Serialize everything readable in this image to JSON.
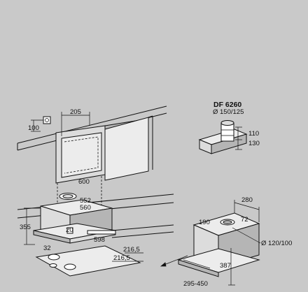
{
  "labels": {
    "model": "DF 6260",
    "duct_diameter": "Ø 150/125",
    "outlet_diameter": "Ø 120/100",
    "range": "295-450"
  },
  "dimensions": {
    "d100": "100",
    "d205": "205",
    "d600": "600",
    "d552": "552",
    "d560": "560",
    "d355": "355",
    "d20": "20",
    "d32": "32",
    "d598": "598",
    "d216_top": "216,5",
    "d216_bot": "216,5",
    "d110": "110",
    "d130": "130",
    "d280": "280",
    "d190": "190",
    "d72": "72",
    "d387": "387"
  },
  "colors": {
    "background": "#c9c9c9",
    "line": "#111111"
  }
}
